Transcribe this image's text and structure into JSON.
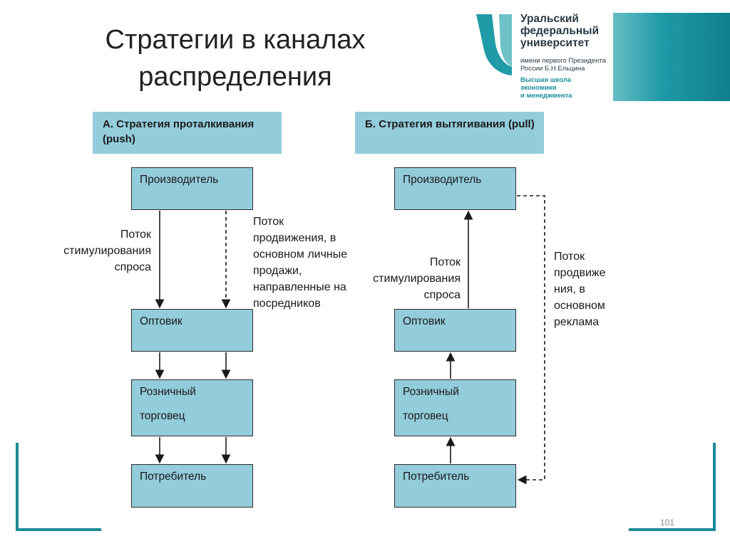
{
  "slide": {
    "title": "Стратегии в каналах распределения",
    "page_number": "101"
  },
  "logo": {
    "line1": "Уральский",
    "line2": "федеральный",
    "line3": "университет",
    "subline1": "имени первого Президента",
    "subline2": "России Б.Н.Ельцина",
    "school1": "Высшая школа",
    "school2": "экономики",
    "school3": "и менеджмента"
  },
  "push": {
    "header": "А. Стратегия проталкивания (push)",
    "nodes": [
      "Производитель",
      "Оптовик",
      "Розничный",
      "Потребитель"
    ],
    "retailer_line2": "торговец",
    "demand_label": "Поток стимулирования спроса",
    "promo_label": "Поток продвижения, в основном личные продажи, направленные на посредников"
  },
  "pull": {
    "header": "Б. Стратегия вытягивания (pull)",
    "nodes": [
      "Производитель",
      "Оптовик",
      "Розничный",
      "Потребитель"
    ],
    "retailer_line2": "торговец",
    "demand_label": "Поток стимулирования спроса",
    "promo_label": "Поток продвиже ния, в основном реклама"
  },
  "colors": {
    "box_fill": "#93ccdb",
    "accent": "#1f8a98"
  }
}
